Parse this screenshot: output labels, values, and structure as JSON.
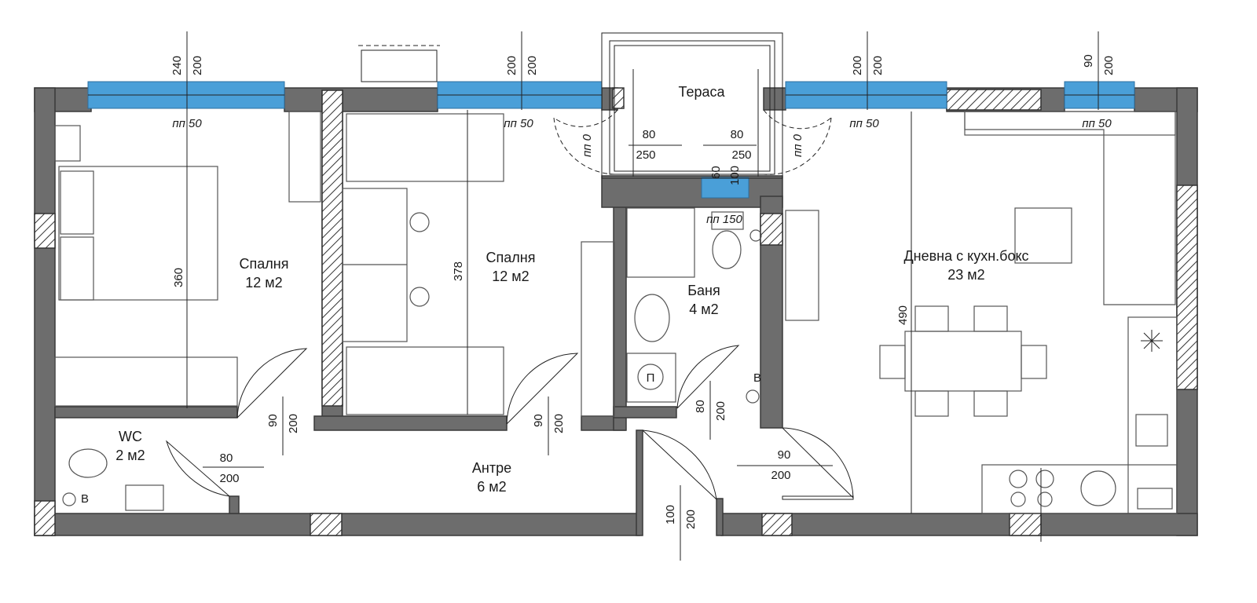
{
  "rooms": {
    "bedroom1": {
      "name": "Спалня",
      "area": "12 м2"
    },
    "bedroom2": {
      "name": "Спалня",
      "area": "12 м2"
    },
    "terrace": {
      "name": "Тераса"
    },
    "bath": {
      "name": "Баня",
      "area": "4 м2"
    },
    "living": {
      "name": "Дневна с кухн.бокс",
      "area": "23 м2"
    },
    "wc": {
      "name": "WC",
      "area": "2 м2"
    },
    "hall": {
      "name": "Антре",
      "area": "6 м2"
    }
  },
  "windows": {
    "w1": {
      "width": "240",
      "height": "200",
      "sill": "пп 50"
    },
    "w2": {
      "width": "200",
      "height": "200",
      "sill": "пп 50"
    },
    "w3": {
      "width": "200",
      "height": "200",
      "sill": "пп 50"
    },
    "w4": {
      "width": "90",
      "height": "200",
      "sill": "пп 50"
    },
    "bath": {
      "width": "60",
      "height": "100",
      "sill": "пп 150"
    }
  },
  "terrace_doors": {
    "left": {
      "width": "80",
      "height": "250",
      "sill": "пп 0"
    },
    "right": {
      "width": "80",
      "height": "250",
      "sill": "пп 0"
    }
  },
  "doors": {
    "wc": {
      "width": "80",
      "height": "200"
    },
    "bedroom1": {
      "width": "90",
      "height": "200"
    },
    "bedroom2": {
      "width": "90",
      "height": "200"
    },
    "bath": {
      "width": "80",
      "height": "200"
    },
    "living": {
      "width": "90",
      "height": "200"
    },
    "entrance": {
      "width": "100",
      "height": "200"
    }
  },
  "room_dims": {
    "bedroom1_depth": "360",
    "bedroom2_depth": "378",
    "living_depth": "490"
  },
  "fixtures": {
    "washer": "П",
    "boiler_mark": "B"
  },
  "colors": {
    "wall": "#6d6d6d",
    "window": "#4a9fd8",
    "background": "#ffffff"
  }
}
